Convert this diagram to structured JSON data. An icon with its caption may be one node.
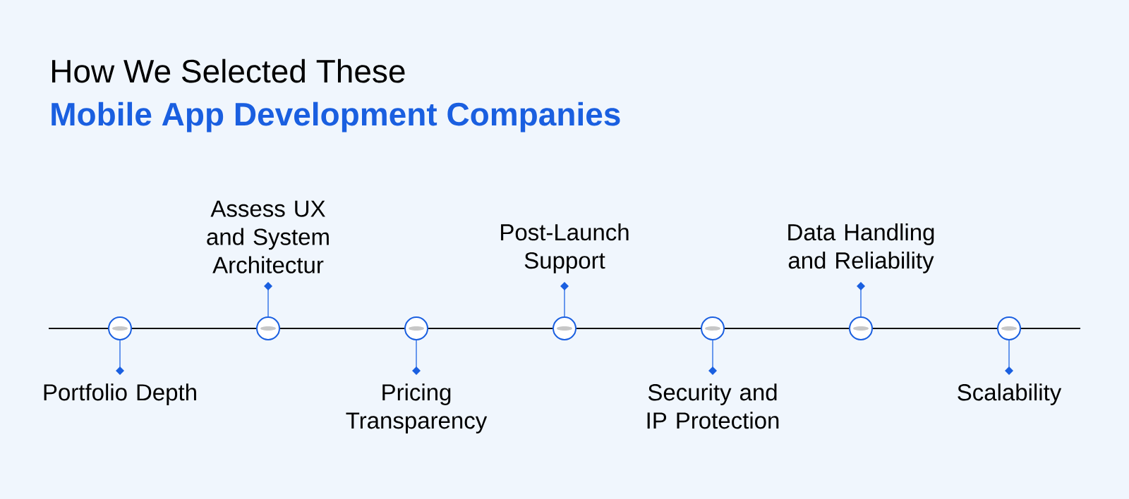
{
  "diagram": {
    "title": "How We Selected These",
    "labels": [
      "Mobile App Development Companies"
    ],
    "nodes": [
      {
        "text": [
          "Portfolio Depth"
        ]
      },
      {
        "text": [
          "Assess UX and System Architectur"
        ]
      },
      {
        "text": [
          "Pricing Transparency"
        ]
      },
      {
        "text": [
          "Post-Launch Support"
        ]
      },
      {
        "text": [
          "Security and IP Protection"
        ]
      },
      {
        "text": [
          "Data Handling and Reliability"
        ]
      },
      {
        "text": [
          "Scalability"
        ]
      },
      {
        "text": [],
        "shape": "circle"
      },
      {
        "text": [],
        "shape": "circle"
      },
      {
        "text": [],
        "shape": "circle"
      },
      {
        "text": [],
        "shape": "circle"
      },
      {
        "text": [],
        "shape": "circle"
      },
      {
        "text": [],
        "shape": "circle"
      },
      {
        "text": [],
        "shape": "circle"
      }
    ],
    "edges": [
      {
        "from": 7,
        "to": 0,
        "arrow": "other"
      },
      {
        "from": 8,
        "to": 1,
        "arrow": "other"
      },
      {
        "from": 9,
        "to": 2,
        "arrow": "other"
      },
      {
        "from": 10,
        "to": 3,
        "arrow": "other"
      },
      {
        "from": 11,
        "to": 4,
        "arrow": "other"
      },
      {
        "from": 12,
        "to": 5,
        "arrow": "other"
      },
      {
        "from": 13,
        "to": 6,
        "arrow": "other"
      },
      {
        "from": 7,
        "to": 8,
        "arrow": "none",
        "color": "#111111"
      },
      {
        "from": 8,
        "to": 9,
        "arrow": "none",
        "color": "#111111"
      },
      {
        "from": 9,
        "to": 10,
        "arrow": "none",
        "color": "#111111"
      },
      {
        "from": 10,
        "to": 11,
        "arrow": "none",
        "color": "#111111"
      },
      {
        "from": 11,
        "to": 12,
        "arrow": "none",
        "color": "#111111"
      },
      {
        "from": 12,
        "to": 13,
        "arrow": "none",
        "color": "#111111"
      }
    ]
  }
}
